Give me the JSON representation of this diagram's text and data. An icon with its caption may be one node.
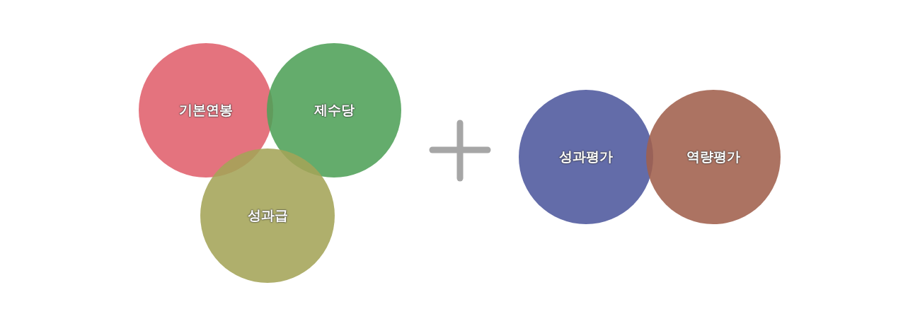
{
  "diagram": {
    "nodes": [
      {
        "text": [
          "기본연봉"
        ]
      },
      {
        "text": [
          "제수당"
        ]
      },
      {
        "text": [
          "성과급"
        ]
      },
      {
        "text": [
          "성과평가"
        ]
      },
      {
        "text": [
          "역량평가"
        ]
      }
    ]
  }
}
